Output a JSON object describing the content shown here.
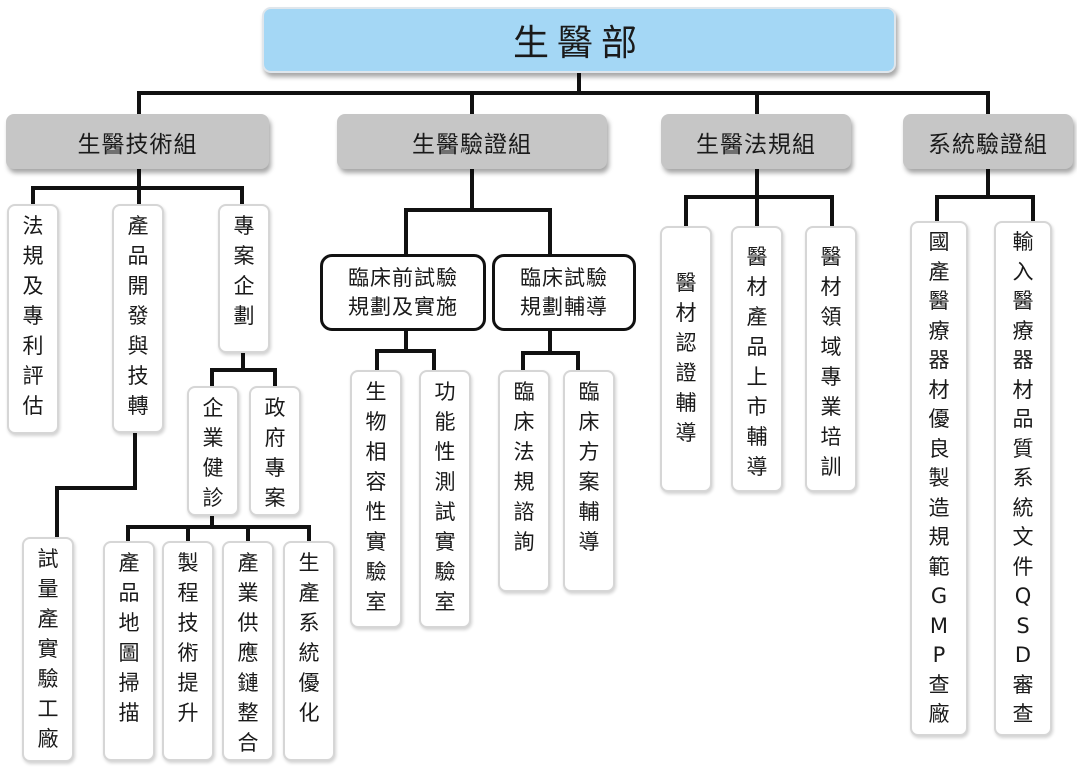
{
  "root": {
    "label": "生醫部"
  },
  "groups": {
    "tech": {
      "label": "生醫技術組"
    },
    "verify": {
      "label": "生醫驗證組"
    },
    "law": {
      "label": "生醫法規組"
    },
    "system": {
      "label": "系統驗證組"
    }
  },
  "subgroups": {
    "preclinical": {
      "label": "臨床前試驗\n規劃及實施"
    },
    "clinical": {
      "label": "臨床試驗\n規劃輔導"
    }
  },
  "nodes": {
    "patent": {
      "label": "法規及專利評估"
    },
    "product_dev": {
      "label": "產品開發與技轉"
    },
    "project": {
      "label": "專案企劃"
    },
    "enterprise": {
      "label": "企業健診"
    },
    "gov": {
      "label": "政府專案"
    },
    "pilot": {
      "label": "試量產實驗工廠"
    },
    "map_scan": {
      "label": "產品地圖掃描"
    },
    "process": {
      "label": "製程技術提升"
    },
    "supply": {
      "label": "產業供應鏈整合"
    },
    "prod_sys": {
      "label": "生產系統優化"
    },
    "bio_lab": {
      "label": "生物相容性實驗室"
    },
    "func_lab": {
      "label": "功能性測試實驗室"
    },
    "reg_consult": {
      "label": "臨床法規諮詢"
    },
    "plan_guide": {
      "label": "臨床方案輔導"
    },
    "device_cert": {
      "label": "醫材認證輔導"
    },
    "market": {
      "label": "醫材產品上市輔導"
    },
    "training": {
      "label": "醫材領域專業培訓"
    },
    "gmp": {
      "label": "國產醫療器材優良製造規範GMP查廠"
    },
    "qsd": {
      "label": "輸入醫療器材品質系統文件QSD審查"
    }
  }
}
